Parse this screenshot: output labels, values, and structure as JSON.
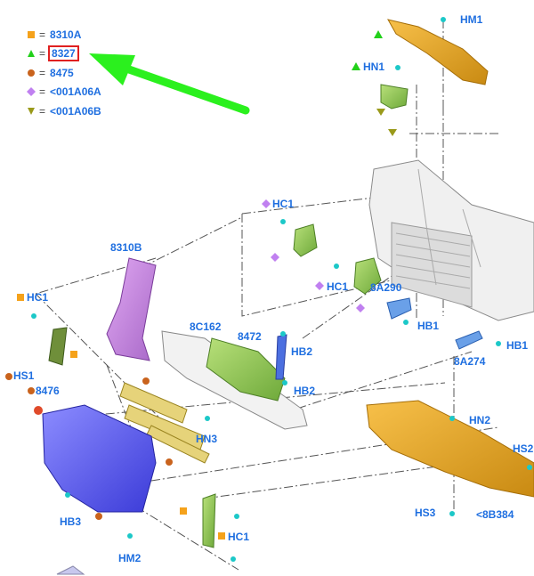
{
  "legend": [
    {
      "symbol": "square",
      "color": "#f5a21b",
      "label": "8310A"
    },
    {
      "symbol": "triangle",
      "color": "#22d01a",
      "label": "8327"
    },
    {
      "symbol": "circle",
      "color": "#c9631d",
      "label": "8475"
    },
    {
      "symbol": "diamond",
      "color": "#c080f0",
      "label": "<001A06A"
    },
    {
      "symbol": "triangle-down",
      "color": "#9a9a1a",
      "label": "<001A06B"
    }
  ],
  "highlighted_code": "8327",
  "callouts": {
    "hm1": "HM1",
    "hn1": "HN1",
    "hc1_mid": "HC1",
    "hc1_rad": "HC1",
    "a8a290": "8A290",
    "hb1_top": "HB1",
    "hb1_right": "HB1",
    "a8a274": "8A274",
    "a8310b": "8310B",
    "a8c162": "8C162",
    "a8472": "8472",
    "hb2_top": "HB2",
    "hb2_bot": "HB2",
    "hc1_left": "HC1",
    "hs1": "HS1",
    "a8476": "8476",
    "hn3": "HN3",
    "hn2": "HN2",
    "hs2": "HS2",
    "hs3": "HS3",
    "a8b384": "<8B384",
    "hb3": "HB3",
    "hm2": "HM2",
    "hc1_bot": "HC1"
  }
}
